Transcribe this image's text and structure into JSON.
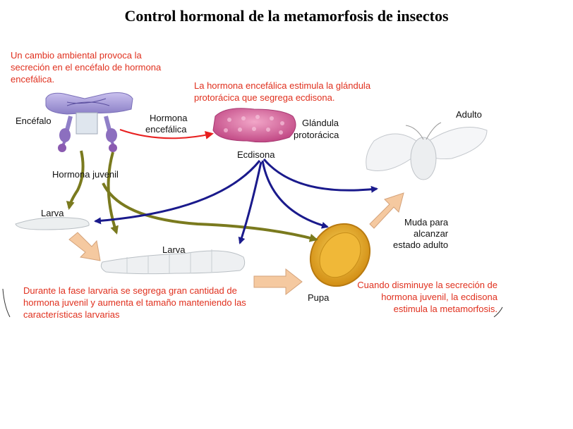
{
  "title": "Control hormonal de la metamorfosis de insectos",
  "notes": {
    "env": "Un cambio ambiental provoca la secreción en el encéfalo de hormona encefálica.",
    "gland": "La hormona encefálica estimula la glándula protorácica que segrega ecdisona.",
    "larval": "Durante la fase larvaria se segrega gran cantidad de hormona juvenil y aumenta el tamaño manteniendo las características larvarias",
    "decrease": "Cuando disminuye la secreción de hormona juvenil, la ecdisona estimula la metamorfosis."
  },
  "labels": {
    "encefalo": "Encéfalo",
    "hormona_encefalica_1": "Hormona",
    "hormona_encefalica_2": "encefálica",
    "glandula_1": "Glándula",
    "glandula_2": "protorácica",
    "ecdisona": "Ecdisona",
    "hormona_juvenil": "Hormona juvenil",
    "larva_small": "Larva",
    "larva_big": "Larva",
    "pupa": "Pupa",
    "adulto": "Adulto",
    "muda_1": "Muda para",
    "muda_2": "alcanzar",
    "muda_3": "estado adulto"
  },
  "colors": {
    "red_text": "#e0301e",
    "red_arrow": "#e82020",
    "blue_arrow": "#1a1a8c",
    "olive_arrow": "#7a7a1e",
    "peach_arrow": "#f5c9a0",
    "brain": "#a79bd6",
    "gland": "#d9679e",
    "pupa": "#e8a820"
  }
}
